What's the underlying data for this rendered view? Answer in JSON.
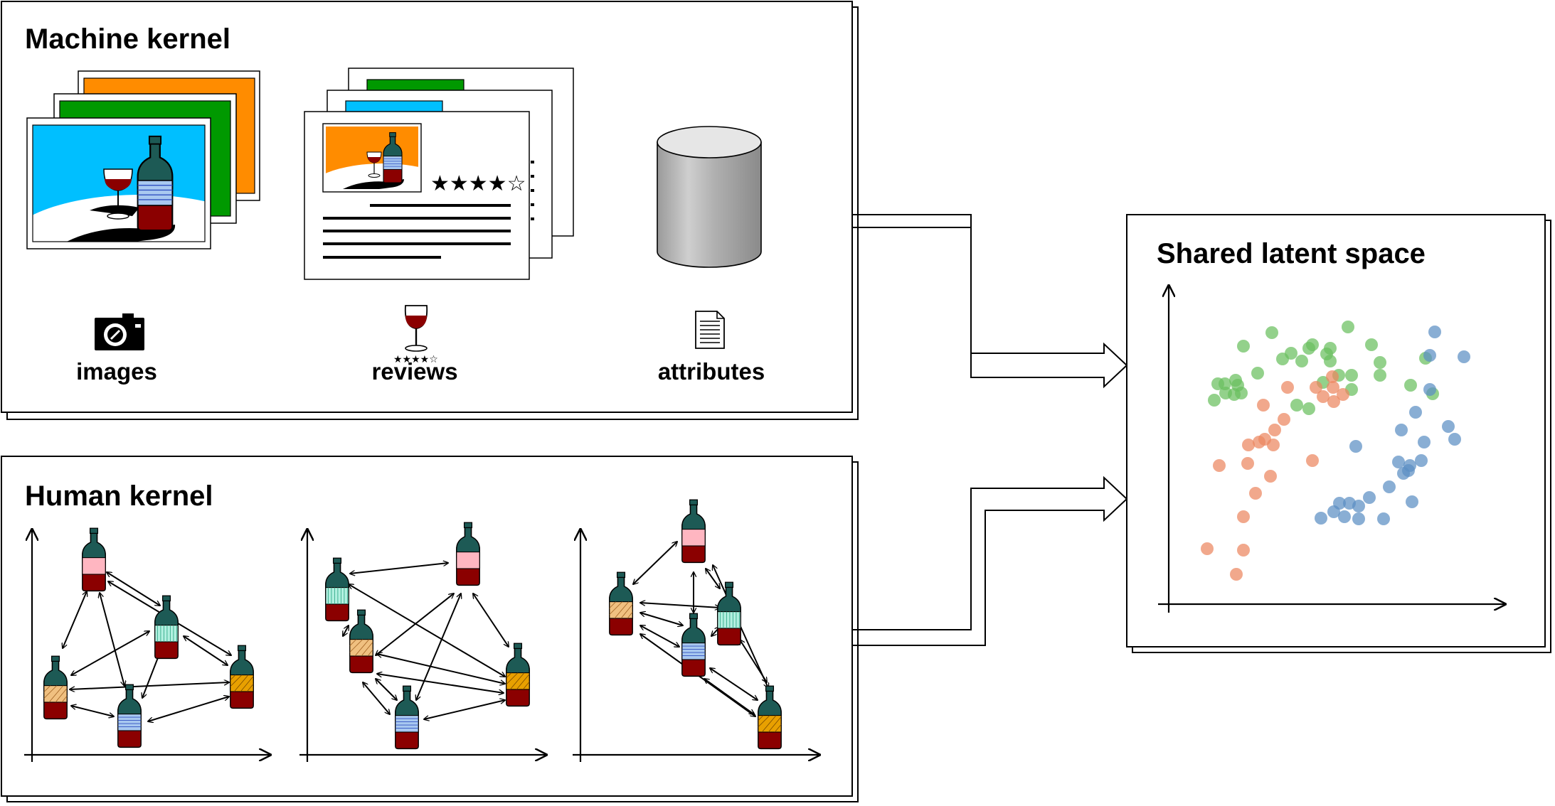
{
  "machine_kernel": {
    "title": "Machine kernel",
    "sources": [
      {
        "label": "images",
        "icon": "camera-icon"
      },
      {
        "label": "reviews",
        "icon": "wine-glass-icon"
      },
      {
        "label": "attributes",
        "icon": "document-icon"
      }
    ],
    "review_rating": "★★★★☆",
    "review_rating_small": "★★★★☆"
  },
  "human_kernel": {
    "title": "Human kernel"
  },
  "latent_space": {
    "title": "Shared latent space"
  },
  "colors": {
    "green": "#6abf5e",
    "orange": "#ec8660",
    "blue": "#5b8fc4",
    "wine": "#8b0000",
    "bottle": "#1d5a55",
    "photo_sky": "#00bfff",
    "photo_orange": "#ff8c00",
    "photo_green": "#009900"
  }
}
